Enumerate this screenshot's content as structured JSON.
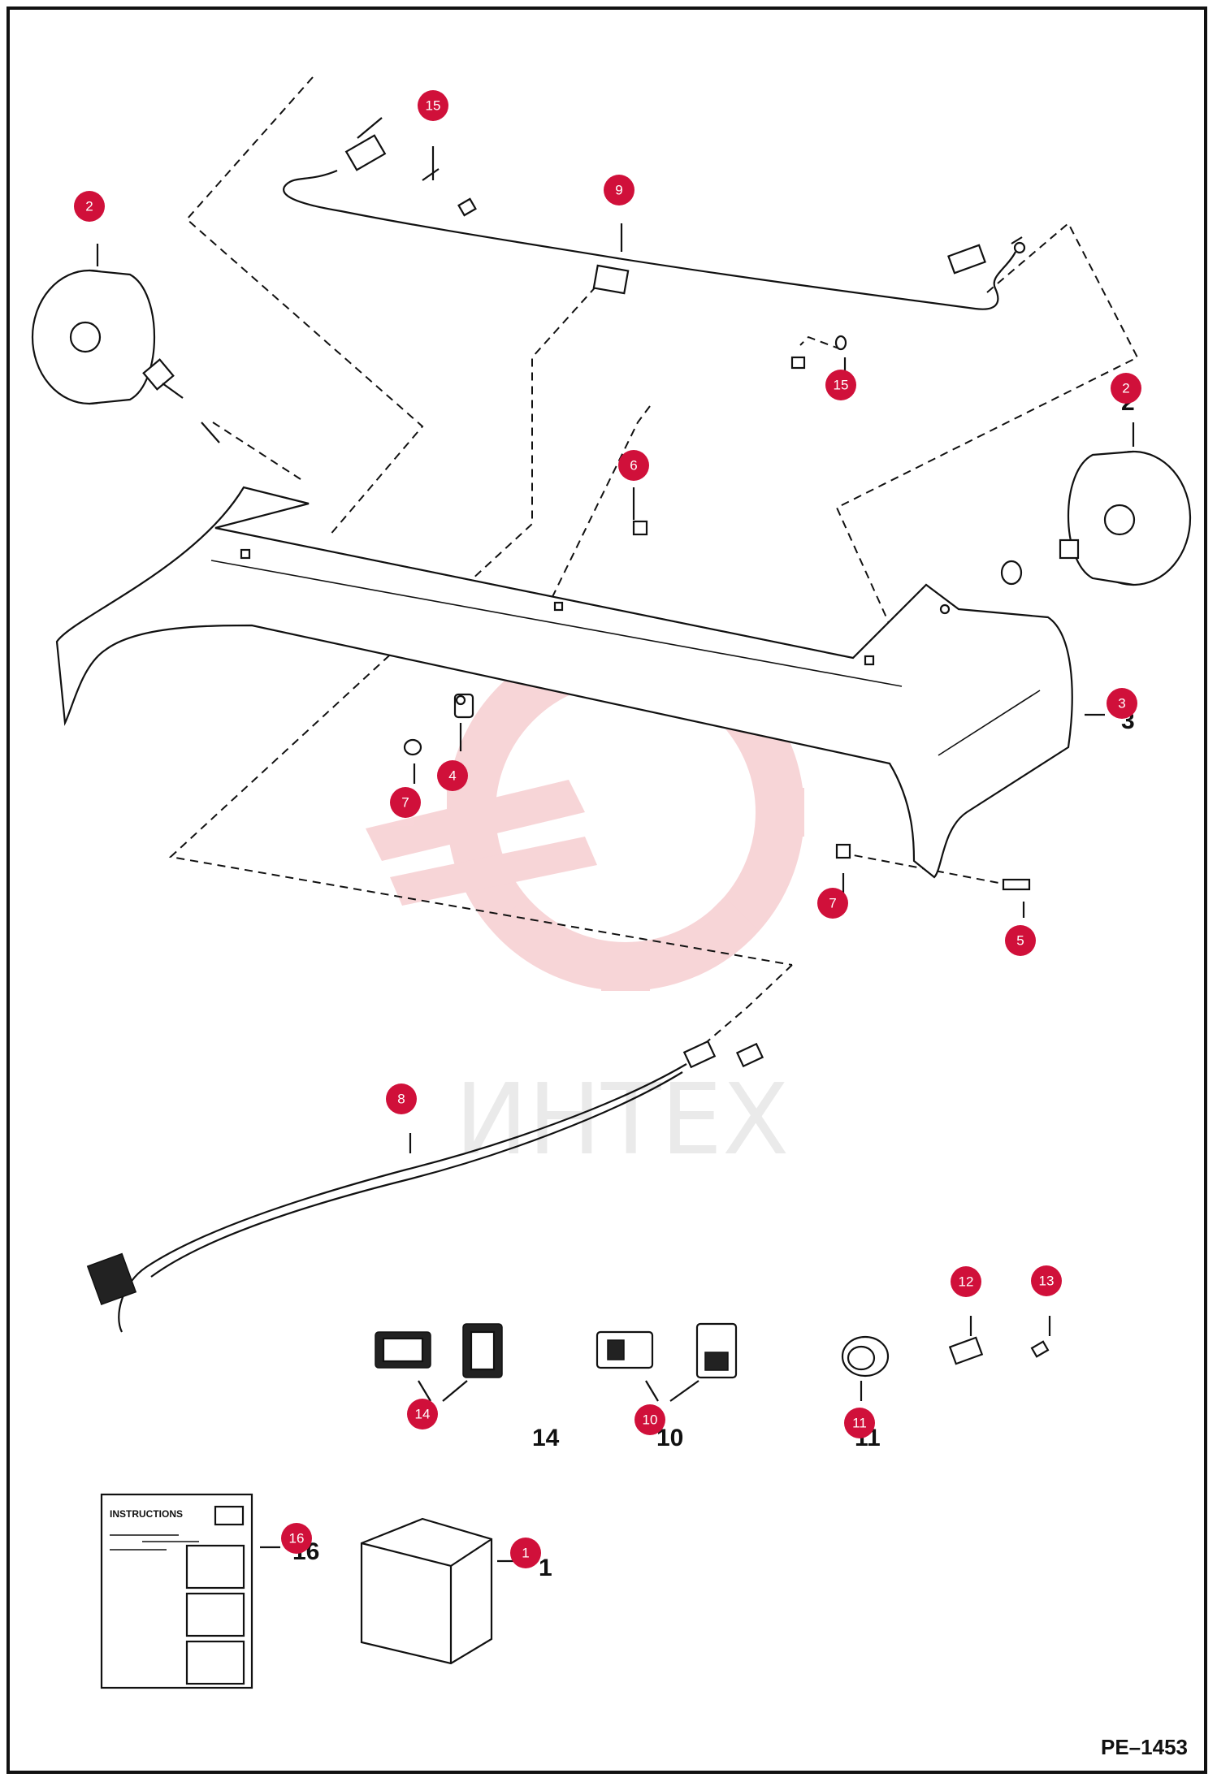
{
  "figure_code": "PE–1453",
  "watermark": "ИНТЕХ",
  "instructions_label": "INSTRUCTIONS",
  "accent_color": "#d0103a",
  "callouts": [
    {
      "id": "c-15a",
      "label": "15",
      "part": "15"
    },
    {
      "id": "c-9",
      "label": "9",
      "part": "9"
    },
    {
      "id": "c-2a",
      "label": "2",
      "part": "2"
    },
    {
      "id": "c-15b",
      "label": "15",
      "part": "15"
    },
    {
      "id": "c-2b",
      "label": "2",
      "part": "2"
    },
    {
      "id": "c-6",
      "label": "6",
      "part": "6"
    },
    {
      "id": "c-3",
      "label": "3",
      "part": "3"
    },
    {
      "id": "c-4",
      "label": "4",
      "part": "4"
    },
    {
      "id": "c-7a",
      "label": "7",
      "part": "7"
    },
    {
      "id": "c-7b",
      "label": "7",
      "part": "7"
    },
    {
      "id": "c-5",
      "label": "5",
      "part": "5"
    },
    {
      "id": "c-8",
      "label": "8",
      "part": "8"
    },
    {
      "id": "c-12",
      "label": "12",
      "part": "12"
    },
    {
      "id": "c-13",
      "label": "13",
      "part": "13"
    },
    {
      "id": "c-14",
      "label": "14",
      "part": "14"
    },
    {
      "id": "c-10",
      "label": "10",
      "part": "10"
    },
    {
      "id": "c-11",
      "label": "11",
      "part": "11"
    },
    {
      "id": "c-16",
      "label": "16",
      "part": "16"
    },
    {
      "id": "c-1",
      "label": "1",
      "part": "1"
    }
  ]
}
